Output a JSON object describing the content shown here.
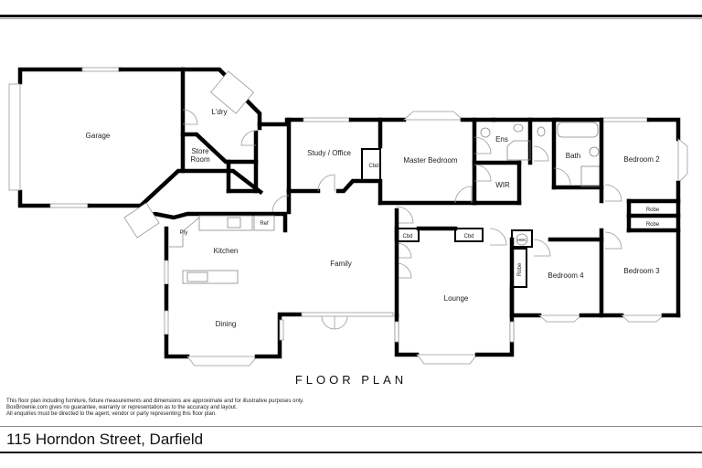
{
  "plan": {
    "title": "FLOOR PLAN",
    "address": "115 Horndon Street, Darfield",
    "disclaimer": [
      "This floor plan including furniture, fixture measurements and dimensions are approximate and for illustrative purposes only.",
      "BoxBrownie.com gives no guarantee, warranty or representation as to the accuracy and layout.",
      "All enquiries must be directed to the agent, vendor or party representing this floor plan."
    ],
    "rooms": {
      "garage": "Garage",
      "laundry": "L'dry",
      "store": "Store",
      "store2": "Room",
      "study": "Study / Office",
      "master": "Master Bedroom",
      "ensuite": "Ens",
      "wir": "WIR",
      "bath": "Bath",
      "bed2": "Bedroom 2",
      "bed3": "Bedroom 3",
      "bed4": "Bedroom 4",
      "kitchen": "Kitchen",
      "pantry": "Pty",
      "family": "Family",
      "dining": "Dining",
      "lounge": "Lounge"
    },
    "fixtures": {
      "cbd": "Cbd",
      "ref": "Ref",
      "robe": "Robe",
      "hwc": "HWC"
    }
  }
}
